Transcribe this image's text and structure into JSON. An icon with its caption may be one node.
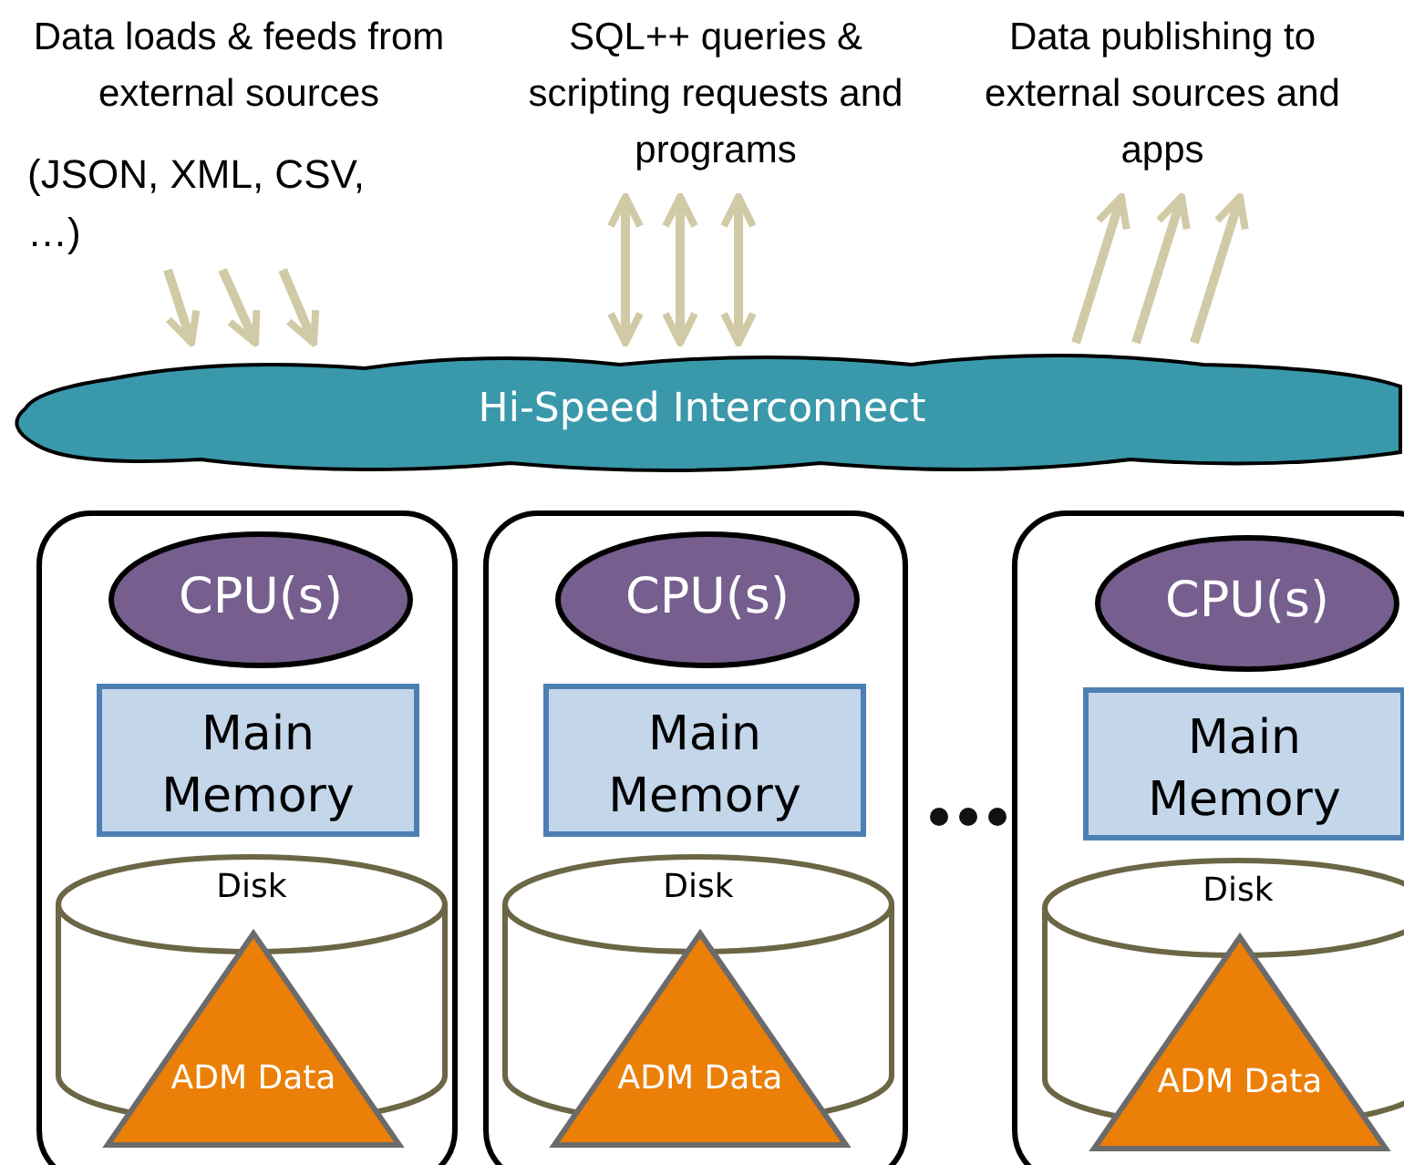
{
  "diagram": {
    "nodes": [
      {
        "text": [
          "Data loads & feeds from external sources",
          "(JSON, XML, CSV, …)"
        ]
      },
      {
        "text": [
          "SQL++ queries & scripting requests and programs"
        ]
      },
      {
        "text": [
          "Data publishing to external sources and apps"
        ]
      },
      {
        "text": [
          "Hi-Speed Interconnect"
        ]
      },
      {
        "text": [],
        "shape": "box"
      },
      {
        "text": [
          "CPU(s)"
        ],
        "in": 4
      },
      {
        "text": [
          "Main Memory"
        ],
        "in": 4
      },
      {
        "text": [
          "Disk"
        ],
        "in": 4
      },
      {
        "text": [
          "ADM Data"
        ],
        "in": 4
      },
      {
        "text": [],
        "shape": "box"
      },
      {
        "text": [
          "CPU(s)"
        ],
        "in": 9
      },
      {
        "text": [
          "Main Memory"
        ],
        "in": 9
      },
      {
        "text": [
          "Disk"
        ],
        "in": 9
      },
      {
        "text": [
          "ADM Data"
        ],
        "in": 9
      },
      {
        "text": [],
        "shape": "box"
      },
      {
        "text": [
          "CPU(s)"
        ],
        "in": 14
      },
      {
        "text": [
          "Main Memory"
        ],
        "in": 14
      },
      {
        "text": [
          "Disk"
        ],
        "in": 14
      },
      {
        "text": [
          "ADM Data"
        ],
        "in": 14
      }
    ],
    "edges": [
      {
        "from": 0,
        "to": 3,
        "arrow": "to"
      },
      {
        "from": 0,
        "to": 3,
        "arrow": "to"
      },
      {
        "from": 0,
        "to": 3,
        "arrow": "to"
      },
      {
        "from": 1,
        "to": 3,
        "arrow": "both"
      },
      {
        "from": 1,
        "to": 3,
        "arrow": "both"
      },
      {
        "from": 1,
        "to": 3,
        "arrow": "both"
      },
      {
        "from": 3,
        "to": 2,
        "arrow": "to"
      },
      {
        "from": 3,
        "to": 2,
        "arrow": "to"
      },
      {
        "from": 3,
        "to": 2,
        "arrow": "to"
      }
    ]
  }
}
